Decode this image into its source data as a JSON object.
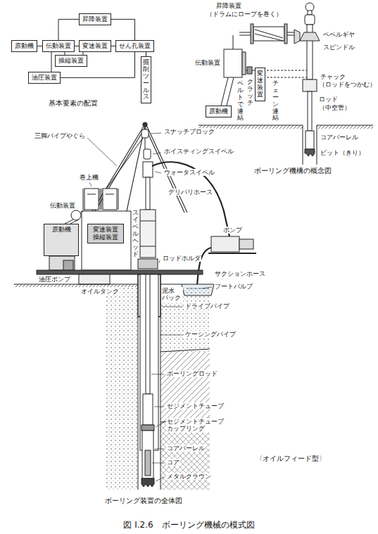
{
  "diagram": {
    "caption": "図 I.2.6　ボーリング機械の模式図",
    "nodes": [
      {
        "text": [
          "昇降装置"
        ]
      },
      {
        "text": [
          "原動機"
        ]
      },
      {
        "text": [
          "伝動装置"
        ]
      },
      {
        "text": [
          "変速装置"
        ]
      },
      {
        "text": [
          "せん孔装置"
        ]
      },
      {
        "text": [
          "操縦装置"
        ]
      },
      {
        "text": [
          "掘削ツールス"
        ]
      },
      {
        "text": [
          "油圧装置"
        ]
      },
      {
        "text": [
          "原動機"
        ]
      },
      {
        "text": [
          "変速装置"
        ]
      },
      {
        "text": [
          "原動機"
        ]
      },
      {
        "text": [
          "変速装置",
          "操縦装置"
        ]
      }
    ],
    "edges": [
      {
        "from": 1,
        "to": 2,
        "arrow": "none"
      },
      {
        "from": 2,
        "to": 3,
        "arrow": "none"
      },
      {
        "from": 3,
        "to": 4,
        "arrow": "none"
      },
      {
        "from": 2,
        "to": 0,
        "arrow": "none"
      },
      {
        "from": 4,
        "to": 0,
        "arrow": "none"
      },
      {
        "from": 2,
        "to": 5,
        "arrow": "none"
      },
      {
        "from": 3,
        "to": 5,
        "arrow": "none"
      },
      {
        "from": 2,
        "to": 7,
        "arrow": "none"
      },
      {
        "from": 4,
        "to": 7,
        "arrow": "none"
      },
      {
        "from": 4,
        "to": 6,
        "arrow": "none"
      }
    ],
    "labels": [
      "基本要素の配置",
      "昇降装置",
      "（ドラムにロープを巻く）",
      "伝動装置",
      "ベルトで連結",
      "クラッチ",
      "チェーン連結",
      "ベベルギヤ",
      "スピンドル",
      "チャック",
      "（ロッドをつかむ）",
      "ロッド",
      "（中空管）",
      "コアバーレル",
      "ビット（きり）",
      "ボーリング機構の概念図",
      "三脚パイプやぐら",
      "スナッチブロック",
      "ホイスティングスイベル",
      "巻上機",
      "ウォータスイベル",
      "伝動装置",
      "デリバリホース",
      "スイベルヘッド",
      "ロッドホルダ",
      "ポンプ",
      "油圧ポンプ",
      "オイルタンク",
      "泥水 パック",
      "サクションホース",
      "フートバルブ",
      "ドライブパイプ",
      "ケーシングパイプ",
      "ボーリングロッド",
      "セジメントチューブ",
      "セジメントチューブ カップリング",
      "コアバーレル",
      "コア",
      "メタルクラウン",
      "〈オイルフィード型〉",
      "ボーリング装置の全体図"
    ]
  }
}
